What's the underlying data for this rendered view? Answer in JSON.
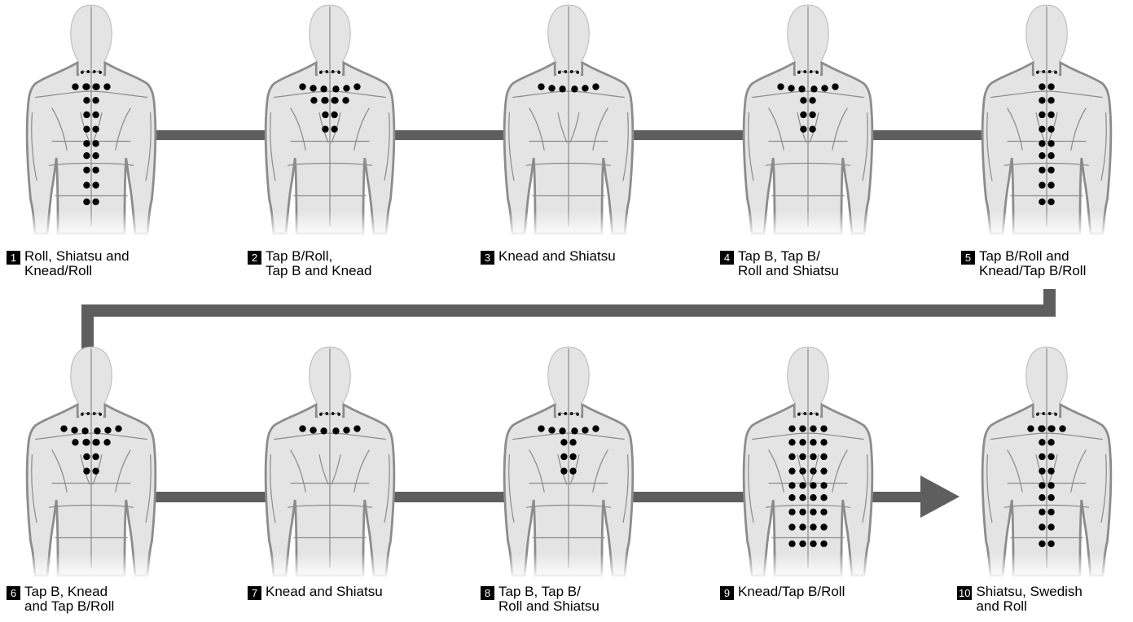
{
  "colors": {
    "connector": "#5e5e5e",
    "body_fill": "#e4e4e4",
    "body_outline": "#8c8c8c",
    "dot": "#000000"
  },
  "steps": [
    {
      "number": "1",
      "label": "Roll, Shiatsu and\nKnead/Roll",
      "points": [
        "neck-row",
        "shoulder-4",
        "spine-full"
      ]
    },
    {
      "number": "2",
      "label": "Tap B/Roll,\nTap B and Knead",
      "points": [
        "neck-row",
        "shoulder-6",
        "upper-back-4",
        "spine-upper"
      ]
    },
    {
      "number": "3",
      "label": "Knead and Shiatsu",
      "points": [
        "neck-row",
        "shoulder-6"
      ]
    },
    {
      "number": "4",
      "label": "Tap B, Tap B/\nRoll and Shiatsu",
      "points": [
        "neck-row",
        "shoulder-6",
        "spine-upper"
      ]
    },
    {
      "number": "5",
      "label": "Tap B/Roll and\nKnead/Tap B/Roll",
      "points": [
        "neck-row",
        "spine-full"
      ]
    },
    {
      "number": "6",
      "label": "Tap B, Knead\nand Tap B/Roll",
      "points": [
        "neck-row",
        "shoulder-6",
        "upper-back-4",
        "spine-upper"
      ]
    },
    {
      "number": "7",
      "label": "Knead and Shiatsu",
      "points": [
        "neck-row",
        "shoulder-6"
      ]
    },
    {
      "number": "8",
      "label": "Tap B, Tap B/\nRoll and Shiatsu",
      "points": [
        "neck-row",
        "shoulder-6",
        "spine-upper"
      ]
    },
    {
      "number": "9",
      "label": "Knead/Tap B/Roll",
      "points": [
        "neck-row",
        "back-grid-4"
      ]
    },
    {
      "number": "10",
      "label": "Shiatsu, Swedish\nand Roll",
      "points": [
        "neck-row",
        "shoulder-4",
        "spine-full"
      ]
    }
  ]
}
